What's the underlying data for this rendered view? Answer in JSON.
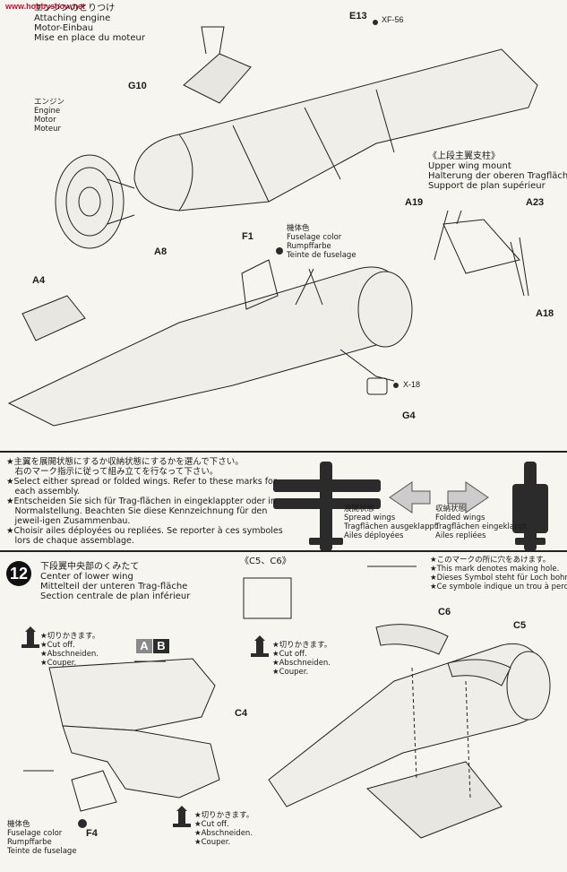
{
  "watermark": "www.hobbyshow.net",
  "step11": {
    "title": [
      "エンジンのとりつけ",
      "Attaching engine",
      "Motor-Einbau",
      "Mise en place du moteur"
    ],
    "engine_label": [
      "エンジン",
      "Engine",
      "Motor",
      "Moteur"
    ],
    "upper_mount_label": [
      "《上段主翼支柱》",
      "Upper wing mount",
      "Halterung der oberen Tragfläche",
      "Support de plan supérieur"
    ],
    "fuselage_color": [
      "機体色",
      "Fuselage color",
      "Rumpffarbe",
      "Teinte de fuselage"
    ],
    "parts": {
      "e13": "E13",
      "xf56": "XF-56",
      "g10": "G10",
      "a19": "A19",
      "a23": "A23",
      "a18": "A18",
      "f1": "F1",
      "a8": "A8",
      "a4": "A4",
      "g4": "G4",
      "x18": "X-18"
    }
  },
  "instructions": {
    "lines": [
      "★主翼を展開状態にするか収納状態にするかを選んで下さい。",
      "　右のマーク指示に従って組み立てを行なって下さい。",
      "★Select either spread or folded wings. Refer to these marks for",
      "　each assembly.",
      "★Entscheiden Sie sich für Trag-flächen in eingeklappter oder in",
      "　Normalstellung. Beachten Sie diese Kennzeichnung für den",
      "　jeweil-igen Zusammenbau.",
      "★Choisir ailes déployées ou repliées. Se reporter à ces symboles",
      "　lors de chaque assemblage."
    ],
    "spread": [
      "展開状態",
      "Spread wings",
      "Tragflächen ausgeklappt",
      "Ailes déployées"
    ],
    "folded": [
      "収納状態",
      "Folded wings",
      "Tragflächen eingeklappt",
      "Ailes repliées"
    ]
  },
  "step12": {
    "number": "12",
    "title": [
      "下段翼中央部のくみたて",
      "Center of lower wing",
      "Mittelteil der unteren Trag-fläche",
      "Section centrale de plan inférieur"
    ],
    "c5c6": "《C5、C6》",
    "hole_note": [
      "★このマークの所に穴をあけます。",
      "★This mark denotes making hole.",
      "★Dieses Symbol steht für Loch bohren.",
      "★Ce symbole indique un trou à percer."
    ],
    "cut_off": [
      "★切りかきます。",
      "★Cut off.",
      "★Abschneiden.",
      "★Couper."
    ],
    "ab": [
      "A",
      "B"
    ],
    "fuselage_color": [
      "機体色",
      "Fuselage color",
      "Rumpffarbe",
      "Teinte de fuselage"
    ],
    "parts": {
      "c4": "C4",
      "f4": "F4",
      "c5": "C5",
      "c6": "C6"
    }
  },
  "colors": {
    "ink": "#1a1a1a",
    "paper": "#f7f5ef",
    "silhouette": "#2b2b2b",
    "watermark": "#c8102e"
  }
}
